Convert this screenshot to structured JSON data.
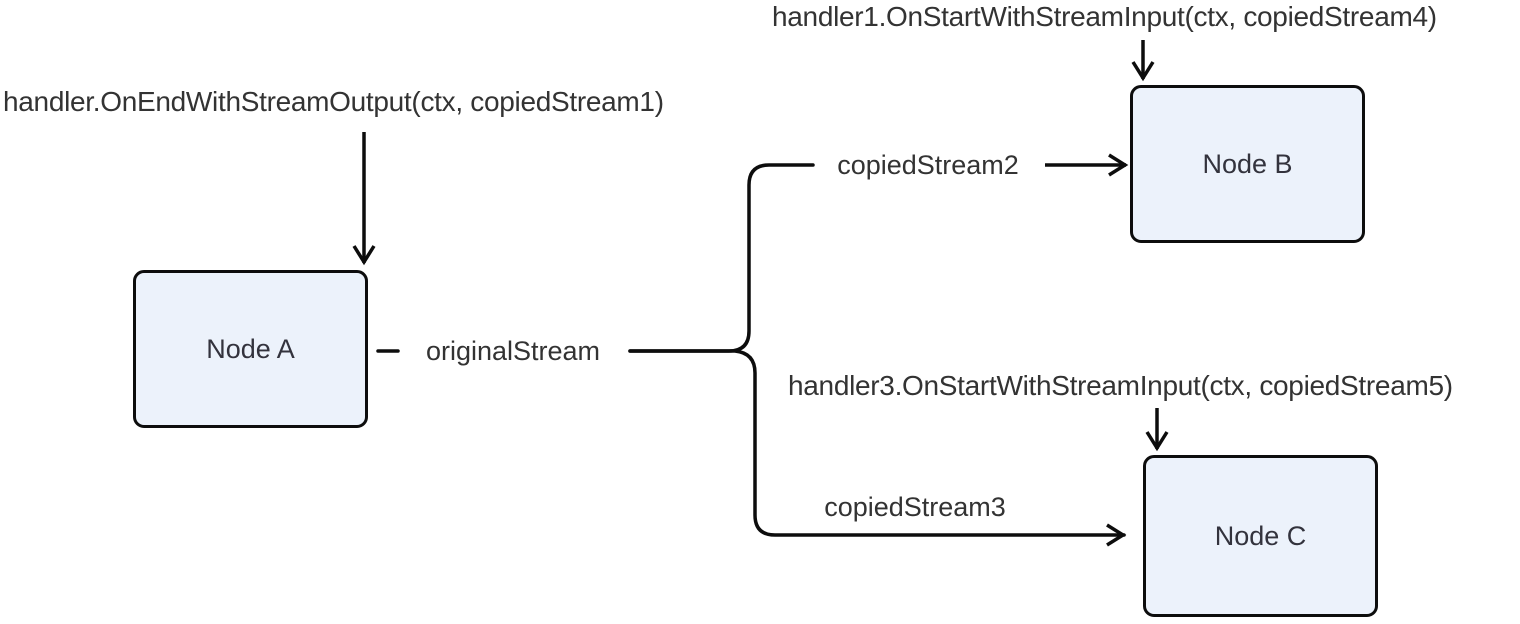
{
  "diagram": {
    "type": "flowchart",
    "background": "#ffffff",
    "colors": {
      "node_fill": "#ECF2FB",
      "node_border": "#0d0d0d",
      "edge_stroke": "#0d0d0d",
      "text": "#333333"
    },
    "nodes": [
      {
        "id": "A",
        "label": "Node A"
      },
      {
        "id": "B",
        "label": "Node B"
      },
      {
        "id": "C",
        "label": "Node C"
      }
    ],
    "edge_labels": {
      "original": "originalStream",
      "copied2": "copiedStream2",
      "copied3": "copiedStream3"
    },
    "annotations": {
      "handler_a": "handler.OnEndWithStreamOutput(ctx, copiedStream1)",
      "handler_b": "handler1.OnStartWithStreamInput(ctx, copiedStream4)",
      "handler_c": "handler3.OnStartWithStreamInput(ctx, copiedStream5)"
    },
    "edges": [
      {
        "from": "originalStream",
        "to": "copiedStream2 -> Node B"
      },
      {
        "from": "originalStream",
        "to": "copiedStream3 -> Node C"
      }
    ]
  }
}
